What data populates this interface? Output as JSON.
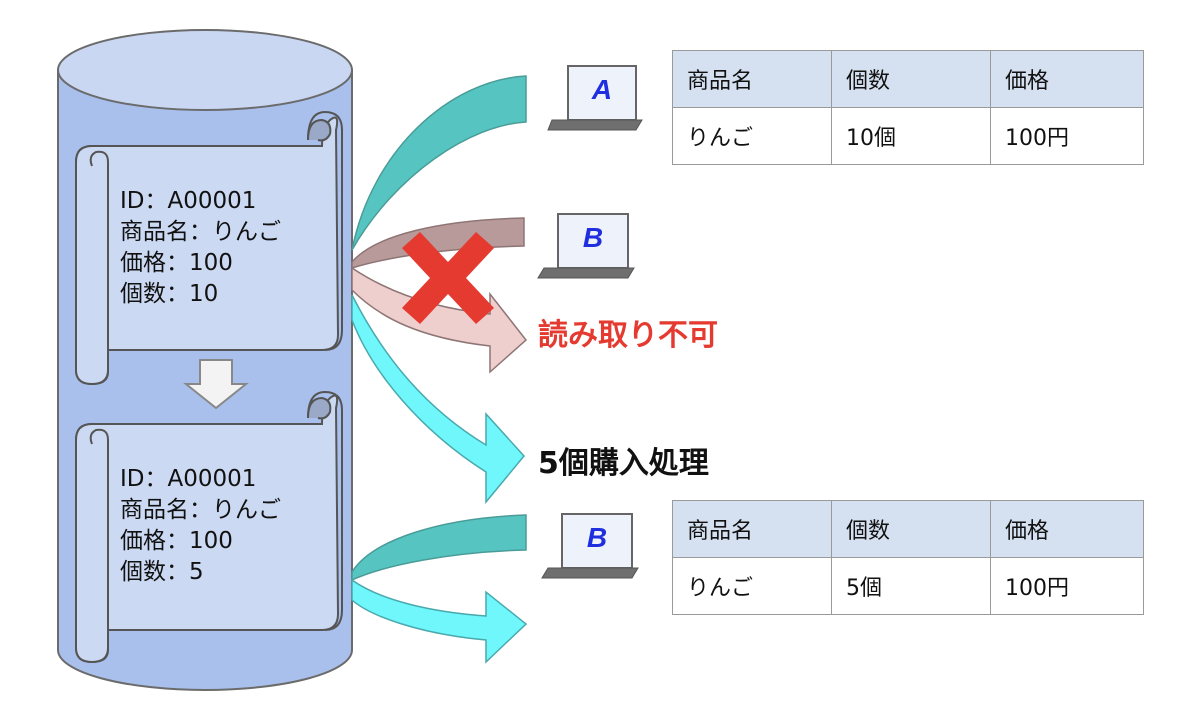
{
  "records": [
    {
      "id": "ID：A00001",
      "name": "商品名：りんご",
      "price": "価格：100",
      "qty": "個数：10"
    },
    {
      "id": "ID：A00001",
      "name": "商品名：りんご",
      "price": "価格：100",
      "qty": "個数：5"
    }
  ],
  "labels": {
    "read_blocked": "読み取り不可",
    "purchase": "5個購入処理"
  },
  "clients": {
    "a": "A",
    "b1": "B",
    "b2": "B"
  },
  "tables": [
    {
      "headers": [
        "商品名",
        "個数",
        "価格"
      ],
      "row": [
        "りんご",
        "10個",
        "100円"
      ]
    },
    {
      "headers": [
        "商品名",
        "個数",
        "価格"
      ],
      "row": [
        "りんご",
        "5個",
        "100円"
      ]
    }
  ],
  "colors": {
    "cylinder": "#a9c0ec",
    "document": "#ccd9f3",
    "arrow_teal": "#56c5c1",
    "arrow_cyan": "#6ff7fb",
    "arrow_mauve": "#b89a9a",
    "arrow_pink": "#efcfcd",
    "cross": "#e43a30",
    "table_header": "#d5e1f0",
    "laptop_letter": "#1f2fe0"
  }
}
